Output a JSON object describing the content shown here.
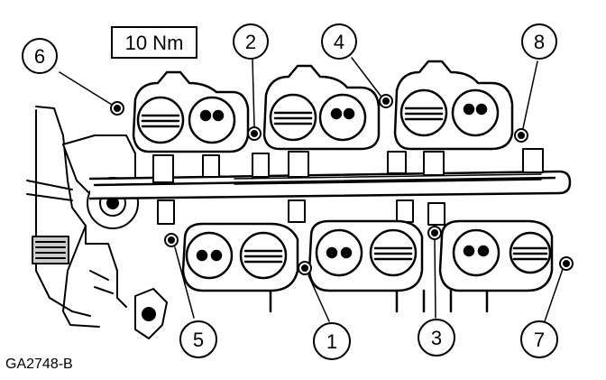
{
  "torque_spec": "10 Nm",
  "figure_id": "GA2748-B",
  "callouts": [
    "1",
    "2",
    "3",
    "4",
    "5",
    "6",
    "7",
    "8"
  ]
}
